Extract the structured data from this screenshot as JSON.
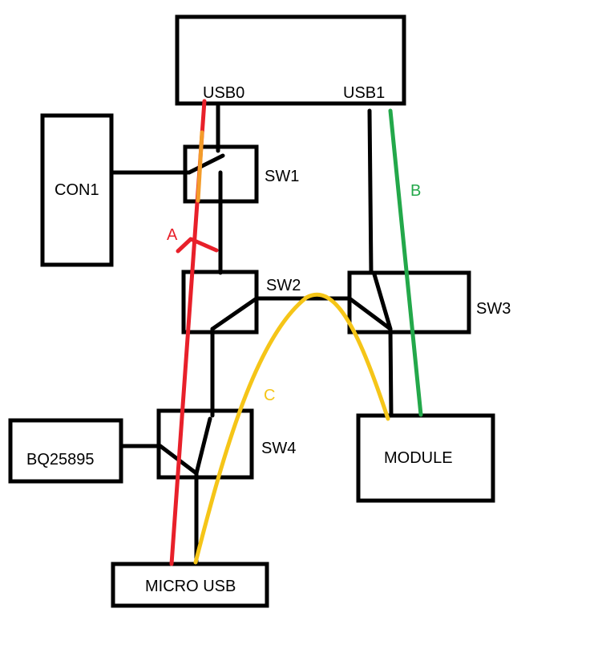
{
  "labels": {
    "usb0": "USB0",
    "usb1": "USB1",
    "con1": "CON1",
    "sw1": "SW1",
    "sw2": "SW2",
    "sw3": "SW3",
    "sw4": "SW4",
    "bq": "BQ25895",
    "module": "MODULE",
    "micro_usb": "MICRO USB"
  },
  "paths": [
    {
      "id": "A",
      "label": "A",
      "color": "#e8202a"
    },
    {
      "id": "B",
      "label": "B",
      "color": "#23a84a"
    },
    {
      "id": "C",
      "label": "C",
      "color": "#f5c518"
    }
  ],
  "colors": {
    "overlap": "#f39c2a",
    "wire": "#000000"
  }
}
